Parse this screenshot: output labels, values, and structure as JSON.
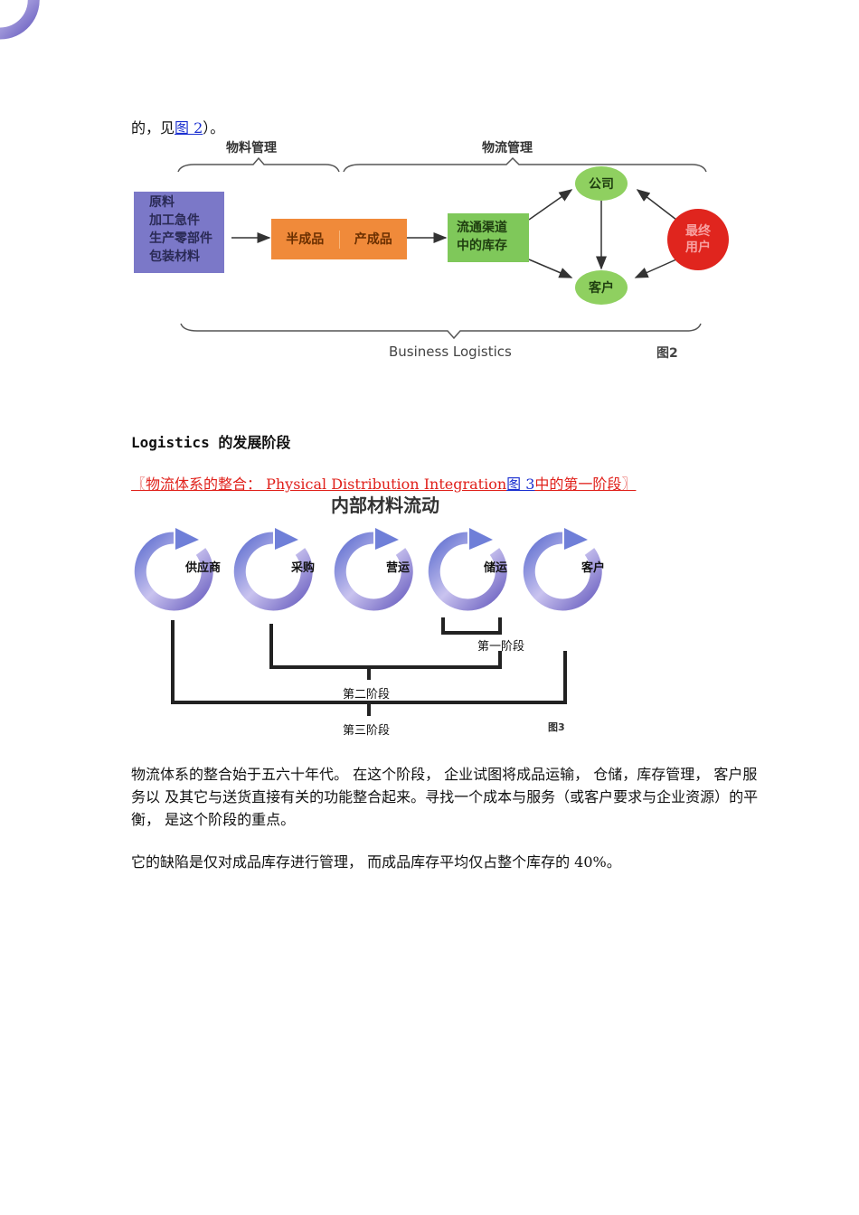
{
  "intro": {
    "prefix": "的，见",
    "link": "图 2",
    "suffix": "）。"
  },
  "fig2": {
    "brace_left": "物料管理",
    "brace_right": "物流管理",
    "materials": [
      "原料",
      "加工急件",
      "生产零部件",
      "包装材料"
    ],
    "semi": "半成品",
    "finished": "产成品",
    "channel": [
      "流通渠道",
      "中的库存"
    ],
    "company": "公司",
    "customer": "客户",
    "end_user": [
      "最终",
      "用户"
    ],
    "bottom": "Business Logistics",
    "caption": "图2"
  },
  "heading": "Logistics 的发展阶段",
  "red_link": {
    "prefix": "〖物流体系的整合： Physical Distribution Integration",
    "link": "图 3",
    "suffix": "中的第一阶段〗"
  },
  "fig3": {
    "title": "内部材料流动",
    "nodes": [
      "供应商",
      "采购",
      "营运",
      "储运",
      "客户"
    ],
    "stage1": "第一阶段",
    "stage2": "第二阶段",
    "stage3": "第三阶段",
    "caption": "图3"
  },
  "paragraphs": [
    "物流体系的整合始于五六十年代。 在这个阶段， 企业试图将成品运输， 仓储，库存管理， 客户服务以 及其它与送货直接有关的功能整合起来。寻找一个成本与服务（或客户要求与企业资源）的平衡， 是这个阶段的重点。",
    "它的缺陷是仅对成品库存进行管理， 而成品库存平均仅占整个库存的 40%。"
  ]
}
